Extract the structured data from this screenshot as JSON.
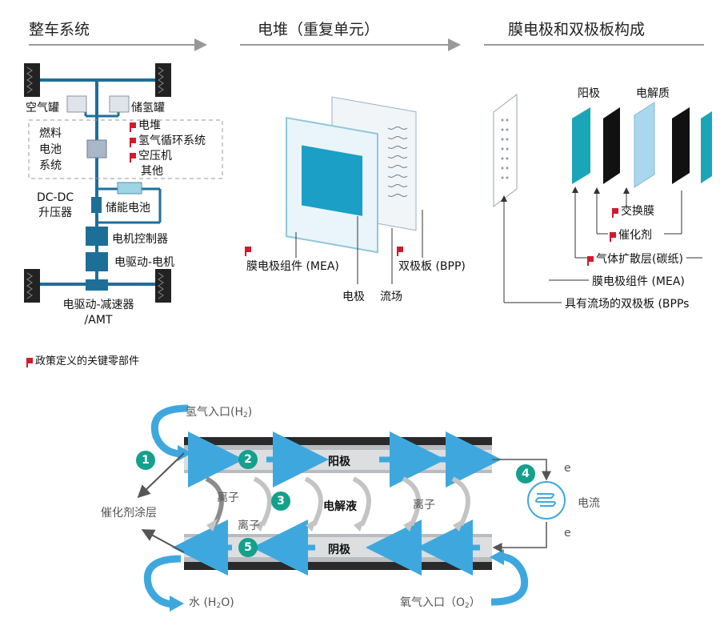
{
  "header": {
    "h1": "整车系统",
    "h2": "电堆（重复单元）",
    "h3": "膜电极和双极板构成"
  },
  "vehicle": {
    "air_tank": "空气罐",
    "h2_tank": "储氢罐",
    "fc_system": [
      "燃料",
      "电池",
      "系统"
    ],
    "fc_parts": [
      "电堆",
      "氢气循环系统",
      "空压机",
      "其他"
    ],
    "dcdc": [
      "DC-DC",
      "升压器"
    ],
    "battery": "储能电池",
    "motor_ctrl": "电机控制器",
    "motor": "电驱动-电机",
    "reducer": [
      "电驱动-减速器",
      "/AMT"
    ]
  },
  "stack": {
    "mea": "膜电极组件 (MEA)",
    "bpp": "双极板 (BPP)",
    "electrode": "电极",
    "flowfield": "流场"
  },
  "layers": {
    "anode": "阳极",
    "electrolyte": "电解质",
    "membrane": "交换膜",
    "catalyst": "催化剂",
    "gdl": "气体扩散层(碳纸)",
    "mea": "膜电极组件 (MEA)",
    "bpp": "具有流场的双极板 (BPPs"
  },
  "legend": "政策定义的关键零部件",
  "cell": {
    "h2_inlet_pre": "氢气入口(H",
    "h2_inlet_sub": "2",
    "h2_inlet_post": ")",
    "anode": "阳极",
    "electrolyte": "电解液",
    "cathode": "阴极",
    "ion": "离子",
    "catalyst_layer": "催化剂涂层",
    "water_pre": "水 (H",
    "water_sub": "2",
    "water_post": "O)",
    "o2_inlet_pre": "氧气入口（O",
    "o2_inlet_sub": "2",
    "o2_inlet_post": "）",
    "electron": "e",
    "current": "电流",
    "steps": [
      "1",
      "2",
      "3",
      "4",
      "5"
    ]
  },
  "colors": {
    "accent_teal": "#14a08c",
    "arrow_blue": "#3ea8de",
    "flag_red": "#d11b2d",
    "component_blue": "#1e6f98",
    "membrane_light": "#a9d7ee"
  }
}
